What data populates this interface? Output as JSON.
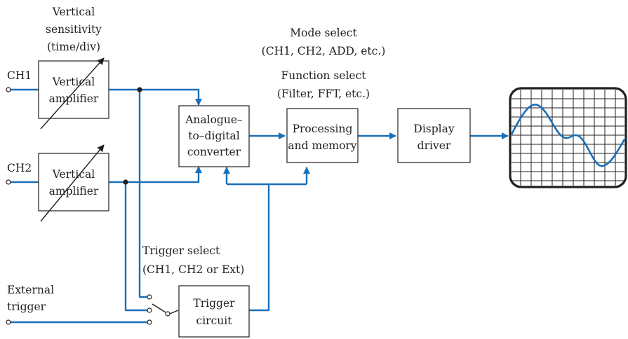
{
  "inputs": {
    "ch1": "CH1",
    "ch2": "CH2",
    "external_trigger": [
      "External",
      "trigger"
    ]
  },
  "annotations": {
    "vertical_sensitivity": [
      "Vertical",
      "sensitivity",
      "(time/div)"
    ],
    "mode_select": [
      "Mode select",
      "(CH1, CH2, ADD, etc.)"
    ],
    "function_select": [
      "Function select",
      "(Filter, FFT, etc.)"
    ],
    "trigger_select": [
      "Trigger select",
      "(CH1, CH2 or Ext)"
    ]
  },
  "blocks": {
    "vertical_amplifier_1": [
      "Vertical",
      "amplifier"
    ],
    "vertical_amplifier_2": [
      "Vertical",
      "amplifier"
    ],
    "adc": [
      "Analogue–",
      "to–digital",
      "converter"
    ],
    "processing": [
      "Processing",
      "and memory"
    ],
    "display_driver": [
      "Display",
      "driver"
    ],
    "trigger_circuit": [
      "Trigger",
      "circuit"
    ]
  },
  "colors": {
    "signal_line": "#1a6fb8",
    "ink": "#231f20"
  },
  "icons": {
    "screen": "oscilloscope-screen-icon",
    "switch": "trigger-selector-switch-icon",
    "adjust": "variable-control-arrow-icon"
  }
}
